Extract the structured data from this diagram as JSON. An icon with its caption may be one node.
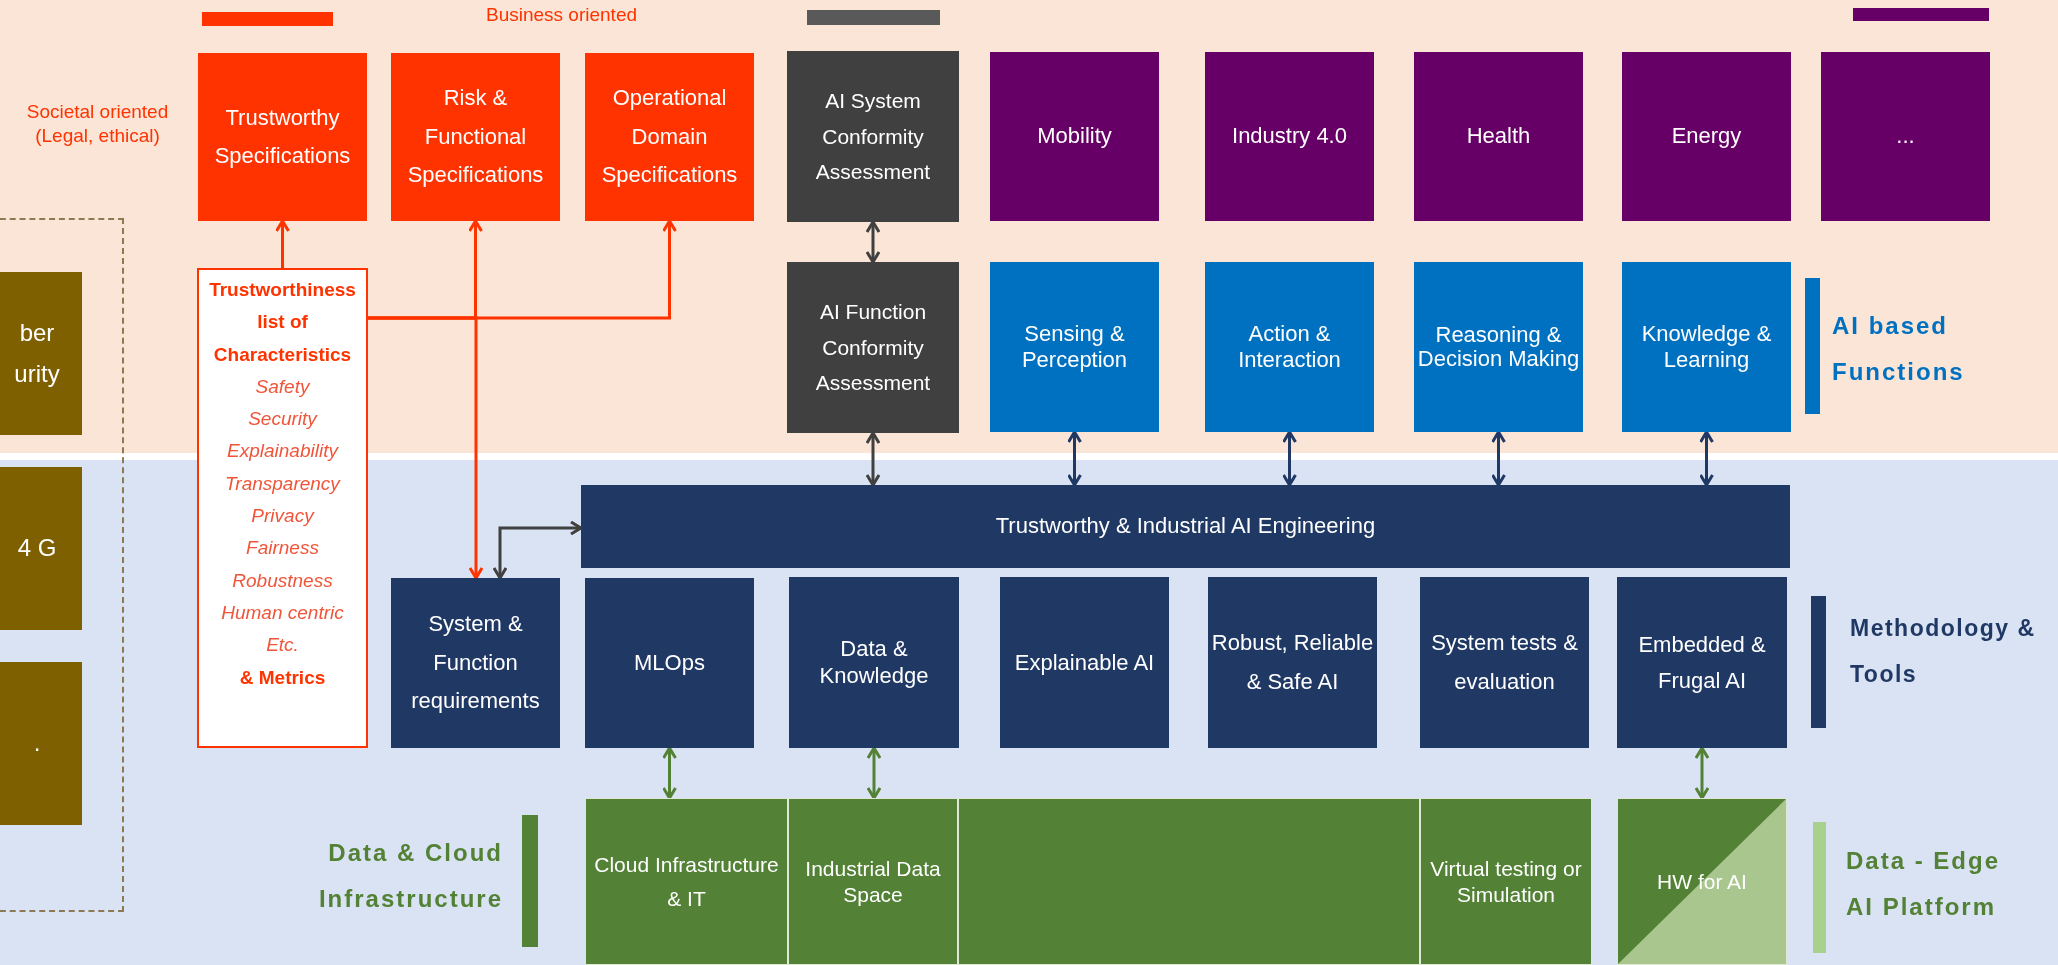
{
  "diagram": {
    "nodes": [
      {
        "text": [
          "Trustworthy Specifications"
        ]
      },
      {
        "text": [
          "Risk & Functional Specifications"
        ]
      },
      {
        "text": [
          "Operational Domain Specifications"
        ]
      },
      {
        "text": [
          "AI System Conformity Assessment"
        ]
      },
      {
        "text": [
          "Mobility"
        ]
      },
      {
        "text": [
          "Industry 4.0"
        ]
      },
      {
        "text": [
          "Health"
        ]
      },
      {
        "text": [
          "Energy"
        ]
      },
      {
        "text": [
          "..."
        ]
      },
      {
        "text": [],
        "shape": "box"
      },
      {
        "text": [
          "ber urity"
        ],
        "in": 9
      },
      {
        "text": [
          "Trustworthiness list of Characteristics",
          "Safety",
          "Security",
          "Explainability",
          "Transparency",
          "Privacy",
          "Fairness",
          "Robustness",
          "Human centric",
          "Etc.",
          "& Metrics"
        ]
      },
      {
        "text": [
          "AI Function Conformity Assessment"
        ]
      },
      {
        "text": [
          "Sensing & Perception"
        ]
      },
      {
        "text": [
          "Action & Interaction"
        ]
      },
      {
        "text": [
          "Reasoning & Decision Making"
        ]
      },
      {
        "text": [
          "Knowledge & Learning"
        ]
      },
      {
        "text": [
          "4 G"
        ],
        "in": 9
      },
      {
        "text": [
          "Trustworthy & Industrial AI Engineering"
        ]
      },
      {
        "text": [
          "System & Function requirements"
        ]
      },
      {
        "text": [
          "MLOps"
        ]
      },
      {
        "text": [
          "Data & Knowledge"
        ]
      },
      {
        "text": [
          "Explainable AI"
        ]
      },
      {
        "text": [
          "Robust, Reliable & Safe AI"
        ]
      },
      {
        "text": [
          "System tests & evaluation"
        ]
      },
      {
        "text": [
          "Embedded & Frugal AI"
        ]
      },
      {
        "text": [
          "."
        ],
        "in": 9
      },
      {
        "text": [
          "Cloud Infrastructure & IT"
        ]
      },
      {
        "text": [
          "Industrial Data Space"
        ]
      },
      {
        "text": [],
        "shape": "box"
      },
      {
        "text": [
          "Virtual testing or Simulation"
        ]
      },
      {
        "text": [
          "HW for AI"
        ]
      }
    ],
    "edges": [
      {
        "from": 11,
        "to": 0,
        "arrow": "to",
        "color": "#ff3300"
      },
      {
        "from": 11,
        "to": 1,
        "arrow": "to",
        "color": "#ff3300"
      },
      {
        "from": 11,
        "to": 2,
        "arrow": "to",
        "color": "#ff3300"
      },
      {
        "from": 11,
        "to": 19,
        "arrow": "to",
        "color": "#ff3300"
      },
      {
        "from": 19,
        "to": 18,
        "arrow": "both",
        "color": "#404040"
      },
      {
        "from": 3,
        "to": 12,
        "arrow": "both",
        "color": "#404040"
      },
      {
        "from": 12,
        "to": 18,
        "arrow": "both",
        "color": "#404040"
      },
      {
        "from": 13,
        "to": 18,
        "arrow": "both",
        "color": "#1f3864"
      },
      {
        "from": 14,
        "to": 18,
        "arrow": "both",
        "color": "#1f3864"
      },
      {
        "from": 15,
        "to": 18,
        "arrow": "both",
        "color": "#1f3864"
      },
      {
        "from": 16,
        "to": 18,
        "arrow": "both",
        "color": "#1f3864"
      },
      {
        "from": 20,
        "to": 27,
        "arrow": "both",
        "color": "#538135"
      },
      {
        "from": 21,
        "to": 28,
        "arrow": "both",
        "color": "#538135"
      },
      {
        "from": 25,
        "to": 31,
        "arrow": "both",
        "color": "#538135"
      }
    ],
    "labels": [
      "Business oriented",
      "Societal oriented (Legal, ethical)",
      "AI based Functions",
      "Methodology & Tools",
      "Data & Cloud Infrastructure",
      "Data - Edge AI Platform"
    ]
  }
}
